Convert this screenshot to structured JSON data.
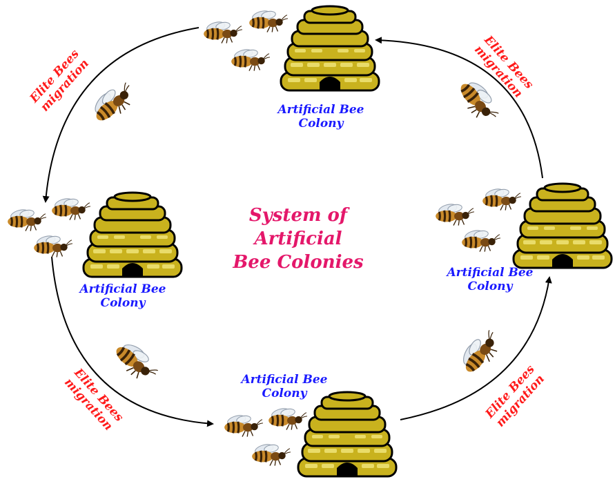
{
  "title": "System of\nArtificial\nBee Colonies",
  "colonies": [
    {
      "label": "Artificial Bee\nColony"
    },
    {
      "label": "Artificial Bee\nColony"
    },
    {
      "label": "Artificial Bee\nColony"
    },
    {
      "label": "Artificial Bee\nColony"
    }
  ],
  "migrations": [
    {
      "label": "Elite Bees\nmigration"
    },
    {
      "label": "Elite Bees\nmigration"
    },
    {
      "label": "Elite Bees\nmigration"
    },
    {
      "label": "Elite Bees\nmigration"
    }
  ],
  "colors": {
    "colony_text": "#1a1aff",
    "migration_text": "#ff1a1a",
    "title_text": "#e4176a",
    "hive_fill": "#c9b21e",
    "hive_outline": "#000000",
    "bee_body": "#c98a2a"
  },
  "icons": [
    "beehive-icon",
    "bee-icon",
    "arrow-icon"
  ]
}
